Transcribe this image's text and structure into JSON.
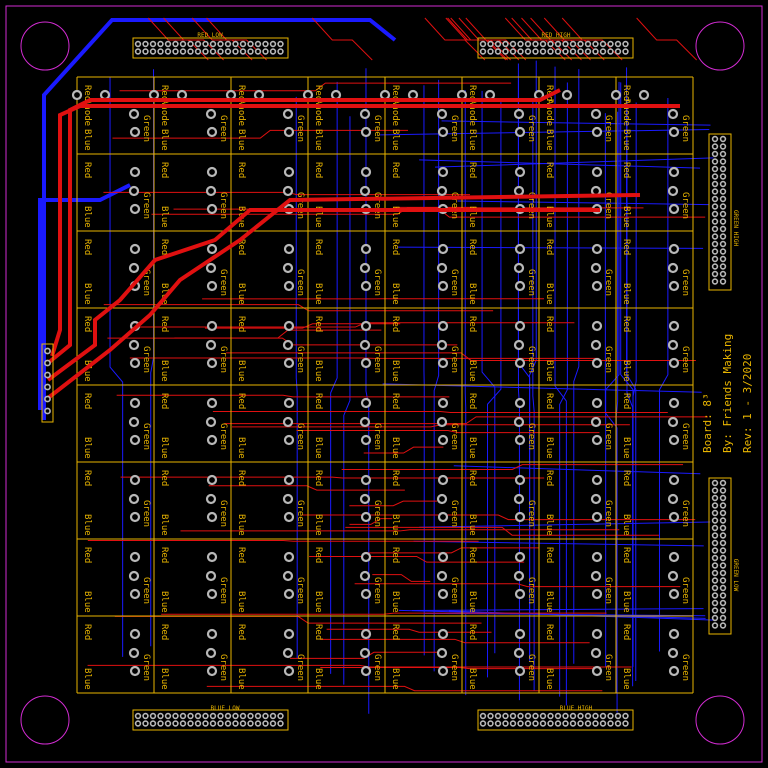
{
  "colors": {
    "background": "#000000",
    "outline": "#d22cd2",
    "silkscreen": "#e8b400",
    "top_copper": "#e01010",
    "bottom_copper": "#1a1aff",
    "pad_ring": "#b8b8b8"
  },
  "headers": {
    "red_low": "RED LOW",
    "red_high": "RED HIGH",
    "blue_low": "BLUE LOW",
    "blue_high": "BLUE HIGH",
    "green_low": "GREEN LOW",
    "green_high": "GREEN HIGH"
  },
  "grid": {
    "rows": 8,
    "cols": 8,
    "label_anode": "Anode",
    "label_red": "Red",
    "label_blue": "Blue",
    "label_green": "Green"
  },
  "credits": {
    "board": "Board: 8³",
    "by": "By: Friends Making",
    "rev": "Rev: 1 - 3/2020"
  }
}
